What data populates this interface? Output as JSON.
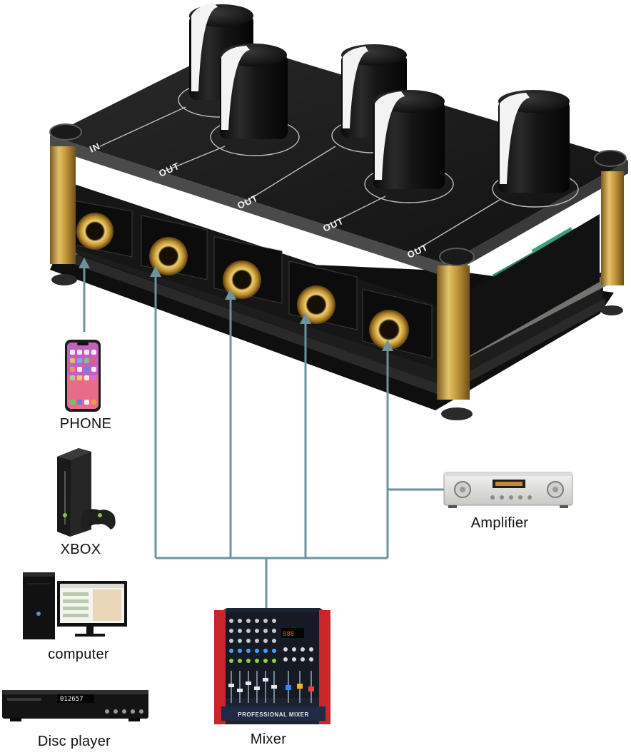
{
  "device": {
    "panel_jack_labels": [
      "IN",
      "OUT",
      "OUT",
      "OUT",
      "OUT"
    ]
  },
  "sources": {
    "phone": "PHONE",
    "xbox": "XBOX",
    "computer": "computer",
    "disc_player": "Disc player"
  },
  "destinations": {
    "amplifier": "Amplifier",
    "mixer": "Mixer"
  },
  "mixer_panel": {
    "title": "PROFESSIONAL MIXER",
    "display": "888"
  },
  "disc_display": "012657",
  "colors": {
    "connector_line": "#6c939c",
    "case": "#151515",
    "brass": "#c9a347",
    "knob": "#1b1b1b",
    "pcb_green": "#2f8a63"
  }
}
